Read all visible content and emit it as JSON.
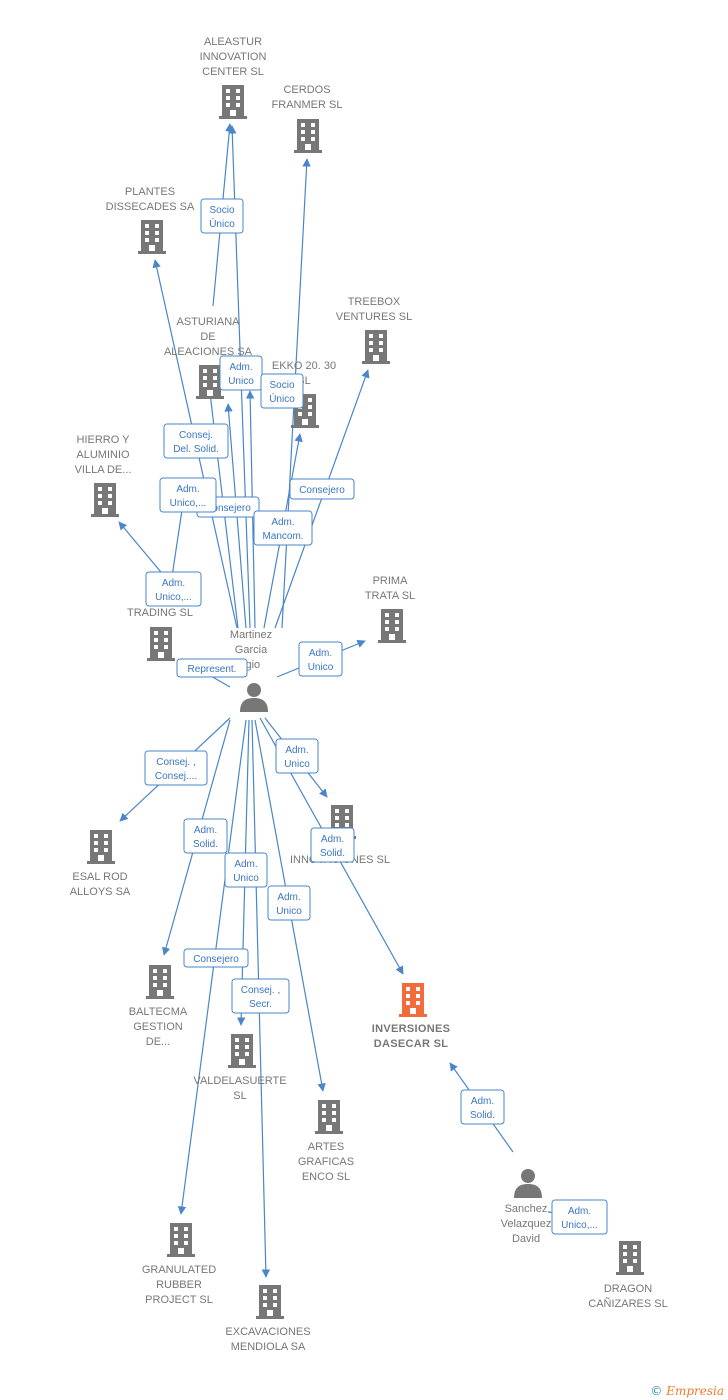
{
  "colors": {
    "edge": "#4a86c8",
    "node": "#777777",
    "highlight": "#f26b3a",
    "person": "#777777"
  },
  "nodes": [
    {
      "id": "aleastur",
      "type": "company",
      "lines": [
        "ALEASTUR",
        "INNOVATION",
        "CENTER  SL"
      ]
    },
    {
      "id": "cerdos",
      "type": "company",
      "lines": [
        "CERDOS",
        "FRANMER SL"
      ]
    },
    {
      "id": "plantes",
      "type": "company",
      "lines": [
        "PLANTES",
        "DISSECADES SA"
      ]
    },
    {
      "id": "treebox",
      "type": "company",
      "lines": [
        "TREEBOX",
        "VENTURES  SL"
      ]
    },
    {
      "id": "asturiana",
      "type": "company",
      "lines": [
        "ASTURIANA",
        "DE",
        "ALEACIONES SA"
      ]
    },
    {
      "id": "ekko",
      "type": "company",
      "lines": [
        "EKKO 20. 30",
        "SL"
      ]
    },
    {
      "id": "hierro",
      "type": "company",
      "lines": [
        "HIERRO Y",
        "ALUMINIO",
        "VILLA DE..."
      ]
    },
    {
      "id": "trading",
      "type": "company",
      "lines": [
        "AL",
        "TRADING  SL"
      ]
    },
    {
      "id": "prima",
      "type": "company",
      "lines": [
        "PRIMA",
        "TRATA SL"
      ]
    },
    {
      "id": "martinez",
      "type": "person",
      "lines": [
        "Martinez",
        "Garcia",
        "rgio"
      ]
    },
    {
      "id": "esal",
      "type": "company",
      "lines": [
        "ESAL ROD",
        "ALLOYS SA"
      ]
    },
    {
      "id": "innov",
      "type": "company",
      "lines": [
        "M",
        "INNOVACIONES SL"
      ]
    },
    {
      "id": "baltecma",
      "type": "company",
      "lines": [
        "BALTECMA",
        "GESTION",
        "DE..."
      ]
    },
    {
      "id": "inversiones",
      "type": "company",
      "highlight": true,
      "lines": [
        "INVERSIONES",
        "DASECAR  SL"
      ]
    },
    {
      "id": "valdelasuerte",
      "type": "company",
      "lines": [
        "VALDELASUERTE",
        "SL"
      ]
    },
    {
      "id": "artes",
      "type": "company",
      "lines": [
        "ARTES",
        "GRAFICAS",
        "ENCO SL"
      ]
    },
    {
      "id": "sanchez",
      "type": "person",
      "lines": [
        "Sanchez",
        "Velazquez",
        "David"
      ]
    },
    {
      "id": "granulated",
      "type": "company",
      "lines": [
        "GRANULATED",
        "RUBBER",
        "PROJECT  SL"
      ]
    },
    {
      "id": "dragon",
      "type": "company",
      "lines": [
        "DRAGON",
        "CAÑIZARES  SL"
      ]
    },
    {
      "id": "excavaciones",
      "type": "company",
      "lines": [
        "EXCAVACIONES",
        "MENDIOLA SA"
      ]
    }
  ],
  "edges": [
    {
      "from": "martinez",
      "to": "aleastur",
      "role": [
        "Socio",
        "Único"
      ]
    },
    {
      "from": "martinez",
      "to": "aleastur",
      "role": []
    },
    {
      "from": "martinez",
      "to": "cerdos",
      "role": []
    },
    {
      "from": "martinez",
      "to": "plantes",
      "role": [
        "Consej.",
        "Del. Solid."
      ]
    },
    {
      "from": "martinez",
      "to": "treebox",
      "role": [
        "Consejero"
      ]
    },
    {
      "from": "martinez",
      "to": "asturiana",
      "role": [
        "Adm.",
        "Unico"
      ]
    },
    {
      "from": "martinez",
      "to": "asturiana",
      "role": [
        "Consejero"
      ]
    },
    {
      "from": "martinez",
      "to": "ekko",
      "role": [
        "Socio",
        "Único"
      ]
    },
    {
      "from": "martinez",
      "to": "ekko",
      "role": [
        "Adm.",
        "Mancom."
      ]
    },
    {
      "from": "martinez",
      "to": "hierro",
      "role": [
        "Adm.",
        "Unico,..."
      ]
    },
    {
      "from": "martinez",
      "to": "trading",
      "role": [
        "Adm.",
        "Unico,..."
      ]
    },
    {
      "from": "martinez",
      "to": "trading",
      "role": [
        "Represent."
      ]
    },
    {
      "from": "martinez",
      "to": "prima",
      "role": [
        "Adm.",
        "Unico"
      ]
    },
    {
      "from": "martinez",
      "to": "esal",
      "role": [
        "Consej. ,",
        "Consej...."
      ]
    },
    {
      "from": "martinez",
      "to": "innov",
      "role": [
        "Adm.",
        "Unico"
      ]
    },
    {
      "from": "martinez",
      "to": "baltecma",
      "role": [
        "Adm.",
        "Solid."
      ]
    },
    {
      "from": "martinez",
      "to": "inversiones",
      "role": [
        "Adm.",
        "Solid."
      ]
    },
    {
      "from": "martinez",
      "to": "valdelasuerte",
      "role": [
        "Adm.",
        "Unico"
      ]
    },
    {
      "from": "martinez",
      "to": "artes",
      "role": [
        "Adm.",
        "Unico"
      ]
    },
    {
      "from": "martinez",
      "to": "granulated",
      "role": [
        "Consejero"
      ]
    },
    {
      "from": "martinez",
      "to": "excavaciones",
      "role": [
        "Consej. ,",
        "Secr."
      ]
    },
    {
      "from": "sanchez",
      "to": "inversiones",
      "role": [
        "Adm.",
        "Solid."
      ]
    },
    {
      "from": "sanchez",
      "to": "dragon",
      "role": [
        "Adm.",
        "Unico,..."
      ]
    }
  ],
  "footer": {
    "copyright": "©",
    "brand": "Empresia"
  }
}
